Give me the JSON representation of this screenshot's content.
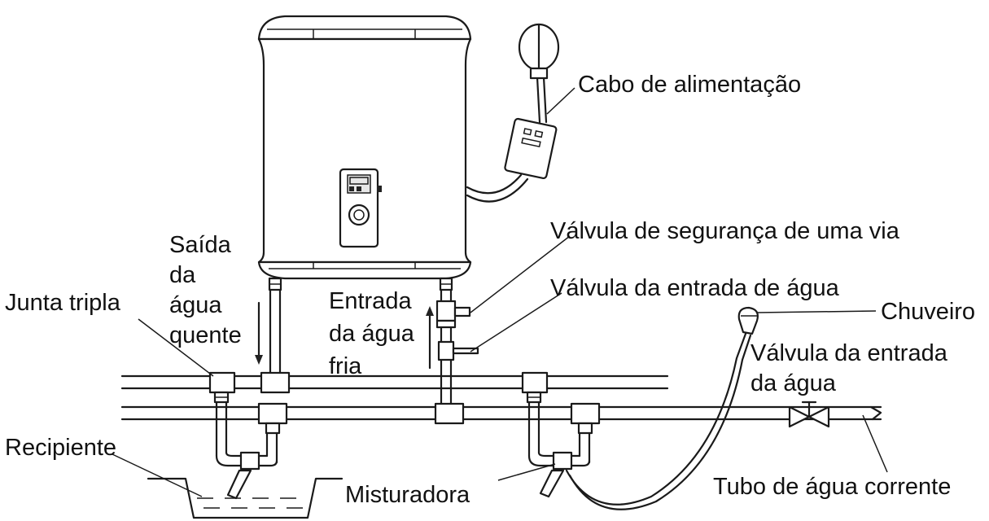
{
  "labels": {
    "power_cable": "Cabo de alimentação",
    "safety_valve": "Válvula de segurança de uma via",
    "inlet_valve": "Válvula da entrada de água",
    "shower": "Chuveiro",
    "hot_outlet": [
      "Saída",
      "da",
      "água",
      "quente"
    ],
    "tee_joint": "Junta tripla",
    "cold_inlet": [
      "Entrada",
      "da água",
      "fria"
    ],
    "inlet_valve_right": [
      "Válvula da entrada",
      "da água"
    ],
    "container": "Recipiente",
    "mixer": "Misturadora",
    "running_water_pipe": "Tubo de água corrente"
  }
}
